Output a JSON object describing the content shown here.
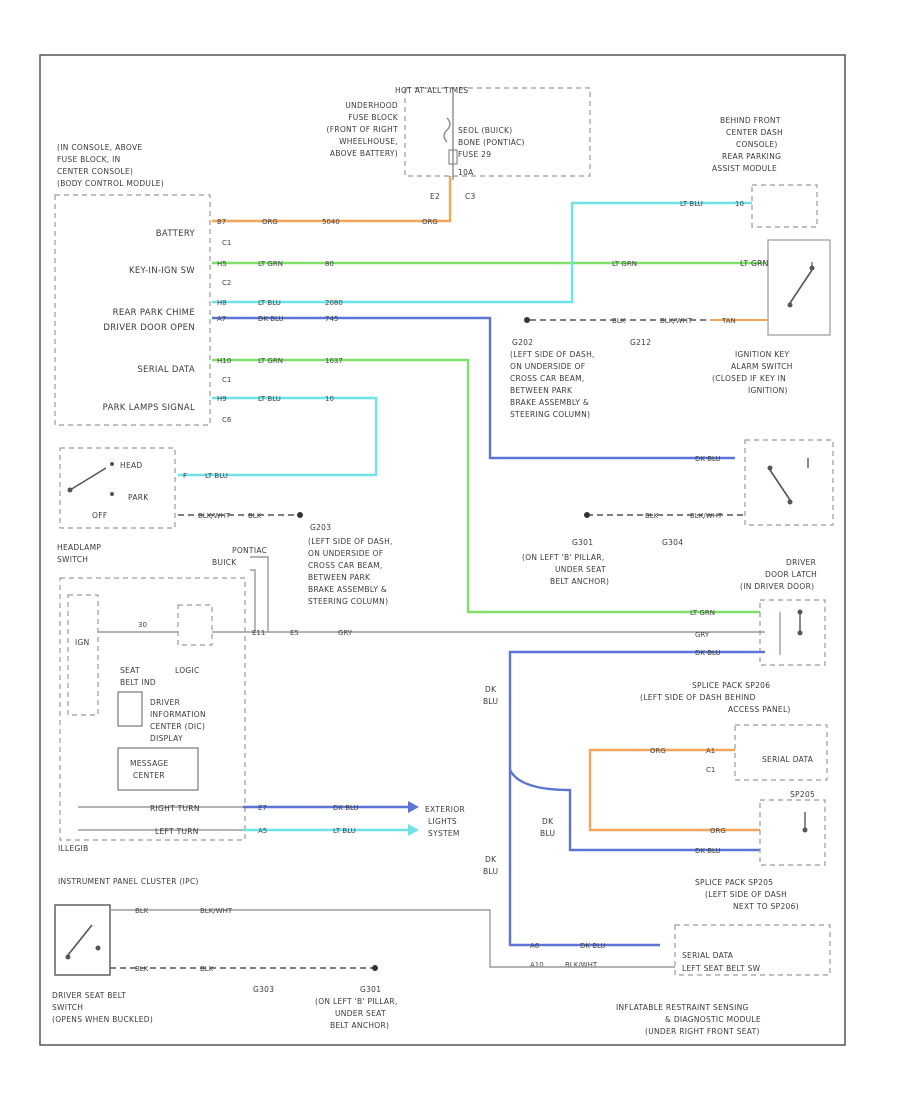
{
  "fuse": {
    "header": "HOT AT ALL TIMES",
    "location": [
      "UNDERHOOD",
      "FUSE BLOCK",
      "(FRONT OF RIGHT",
      "WHEELHOUSE,",
      "ABOVE BATTERY)"
    ],
    "name": [
      "SEOL (BUICK)",
      "BONE (PONTIAC)",
      "FUSE 29"
    ],
    "amps": "10A",
    "pin": "E2",
    "conn": "C3"
  },
  "bcm": {
    "title": [
      "(IN CONSOLE, ABOVE",
      "FUSE BLOCK, IN",
      "CENTER CONSOLE)",
      "(BODY CONTROL MODULE)"
    ],
    "rows": [
      {
        "label": "BATTERY",
        "pin": "B7",
        "color": "ORG",
        "circuit": "5040",
        "conn": "C1"
      },
      {
        "label": "KEY-IN-IGN SW",
        "pin": "H5",
        "color": "LT GRN",
        "circuit": "80",
        "conn": ""
      },
      {
        "label": "REAR PARK CHIME",
        "pin": "H8",
        "color": "LT BLU",
        "circuit": "2080",
        "conn": "C2"
      },
      {
        "label": "DRIVER DOOR OPEN",
        "pin": "A7",
        "color": "DK BLU",
        "circuit": "745",
        "conn": ""
      },
      {
        "label": "SERIAL DATA",
        "pin": "H10",
        "color": "LT GRN",
        "circuit": "1037",
        "conn": "C1"
      },
      {
        "label": "PARK LAMPS SIGNAL",
        "pin": "H9",
        "color": "LT BLU",
        "circuit": "10",
        "conn": "C6"
      }
    ]
  },
  "rpa": {
    "title": [
      "BEHIND FRONT",
      "CENTER DASH",
      "CONSOLE)",
      "REAR PARKING",
      "ASSIST MODULE"
    ],
    "wire": "LT BLU",
    "pin": "10"
  },
  "ignition_switch": {
    "label": [
      "IGNITION KEY",
      "ALARM SWITCH",
      "(CLOSED IF KEY IN",
      "IGNITION)"
    ],
    "wire_in": "LT GRN",
    "wire_gnd": "TAN",
    "gnd_colors": [
      "BLK",
      "BLK/WHT"
    ]
  },
  "g202": {
    "id": "G202",
    "id2": "G212",
    "desc": [
      "(LEFT SIDE OF DASH,",
      "ON UNDERSIDE OF",
      "CROSS CAR BEAM,",
      "BETWEEN PARK",
      "BRAKE ASSEMBLY &",
      "STEERING COLUMN)"
    ]
  },
  "headlamp": {
    "positions": [
      "HEAD",
      "PARK",
      "OFF"
    ],
    "label": [
      "HEADLAMP",
      "SWITCH"
    ],
    "wire": "LT BLU",
    "gnd_colors": [
      "BLK/WHT",
      "BLK"
    ],
    "pin": "F"
  },
  "g203": {
    "id": "G203",
    "desc": [
      "(LEFT SIDE OF DASH,",
      "ON UNDERSIDE OF",
      "CROSS CAR BEAM,",
      "BETWEEN PARK",
      "BRAKE ASSEMBLY &",
      "STEERING COLUMN)"
    ]
  },
  "pontiac_buick": [
    "PONTIAC",
    "BUICK"
  ],
  "door_switch": {
    "label": [
      "DRIVER",
      "DOOR LATCH",
      "(IN DRIVER DOOR)"
    ],
    "wire": "DK BLU",
    "gnd_colors": [
      "BLK",
      "BLK/WHT"
    ]
  },
  "g301": {
    "id": "G301",
    "id2": "G304",
    "desc": [
      "(ON LEFT 'B' PILLAR,",
      "UNDER SEAT",
      "BELT ANCHOR)"
    ]
  },
  "ipc": {
    "ign": "IGN",
    "logic": "LOGIC",
    "seatbelt": [
      "SEAT",
      "BELT IND"
    ],
    "dic": [
      "DRIVER",
      "INFORMATION",
      "CENTER (DIC)",
      "DISPLAY"
    ],
    "msg": [
      "MESSAGE",
      "CENTER"
    ],
    "right_turn": "RIGHT TURN",
    "left_turn": "LEFT TURN",
    "title": "INSTRUMENT PANEL CLUSTER (IPC)",
    "ext": [
      "EXTERIOR",
      "LIGHTS",
      "SYSTEM"
    ],
    "grey_wire": "GRY",
    "circuit_30": "30",
    "pins": [
      "E11",
      "E5"
    ],
    "right_wire": "DK BLU",
    "left_wire": "LT BLU",
    "right_pin": "E7",
    "left_pin": "A5",
    "code": "ILLEGIB"
  },
  "wires_right": {
    "serial": "LT GRN",
    "grey": "GRY",
    "dkblu": "DK BLU"
  },
  "splice1": {
    "label": [
      "SPLICE PACK SP206",
      "(LEFT SIDE OF DASH BEHIND",
      "ACCESS PANEL)"
    ],
    "serial": "SERIAL DATA",
    "conn": "C1",
    "wire": "ORG",
    "pin": "A1"
  },
  "splice2": {
    "label": [
      "SPLICE PACK SP205",
      "(LEFT SIDE OF DASH",
      "NEXT TO SP206)"
    ],
    "title": "SP205",
    "wires": [
      "ORG",
      "DK BLU"
    ]
  },
  "dkblu_labels": [
    "DK",
    "BLU"
  ],
  "seatbelt_switch": {
    "label": [
      "DRIVER SEAT BELT",
      "SWITCH",
      "(OPENS WHEN BUCKLED)"
    ],
    "wire_top": "BLK/WHT",
    "wire_bot": "BLK",
    "gnd_id": "G303",
    "gnd_id2": "G301",
    "desc": [
      "(ON LEFT 'B' PILLAR,",
      "UNDER SEAT",
      "BELT ANCHOR)"
    ]
  },
  "sdm": {
    "serial": "SERIAL DATA",
    "belt": "LEFT SEAT BELT SW",
    "label": [
      "INFLATABLE RESTRAINT SENSING",
      "& DIAGNOSTIC MODULE",
      "(UNDER RIGHT FRONT SEAT)"
    ],
    "wires": [
      "DK BLU",
      "BLK/WHT"
    ],
    "pins": [
      "A6",
      "A10"
    ]
  },
  "colors": {
    "orange": "#f2a65a",
    "green": "#7fe06a",
    "cyan": "#6fe3ea",
    "blue": "#5b74d6",
    "grey": "#9a9a9a"
  }
}
